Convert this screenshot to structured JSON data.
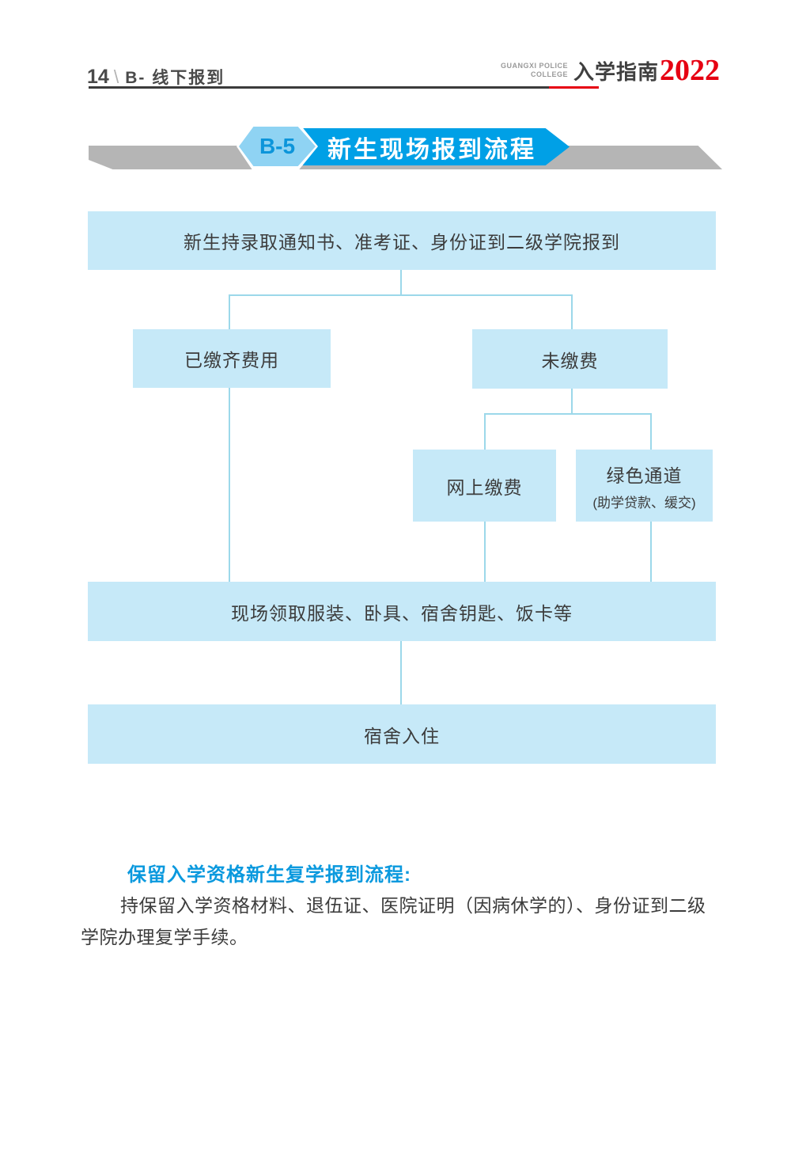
{
  "header": {
    "page_number": "14",
    "separator": "\\",
    "section": "B- 线下报到",
    "brand_small_line1": "GUANGXI POLICE",
    "brand_small_line2": "COLLEGE",
    "brand_title": "入学指南",
    "brand_year": "2022"
  },
  "banner": {
    "badge": "B-5",
    "title": "新生现场报到流程"
  },
  "flowchart": {
    "start": "新生持录取通知书、准考证、身份证到二级学院报到",
    "paid": "已缴齐费用",
    "unpaid": "未缴费",
    "online_pay": "网上缴费",
    "green_channel_title": "绿色通道",
    "green_channel_sub": "(助学贷款、缓交)",
    "collect": "现场领取服装、卧具、宿舍钥匙、饭卡等",
    "checkin": "宿舍入住"
  },
  "footer_note": {
    "heading": "保留入学资格新生复学报到流程:",
    "body": "持保留入学资格材料、退伍证、医院证明（因病休学的）、身份证到二级学院办理复学手续。"
  },
  "colors": {
    "banner_blue": "#00a0e6",
    "badge_blue": "#8fd3f3",
    "badge_text_blue": "#0c95da",
    "ribbon_gray": "#b5b5b5",
    "node_fill": "#c6e9f8",
    "connector": "#9cd8ea",
    "accent_red": "#e60012",
    "heading_blue": "#0a99de",
    "text_dark": "#3c3c3c"
  }
}
